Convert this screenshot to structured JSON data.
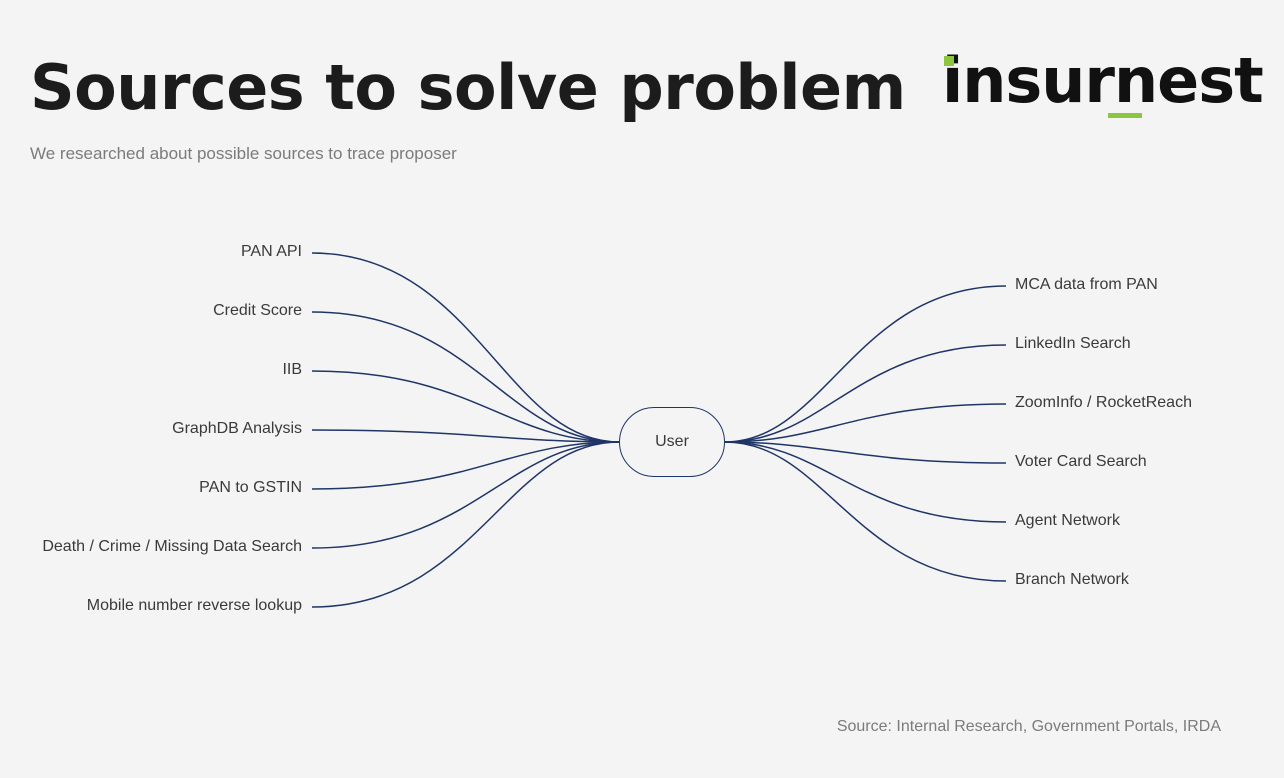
{
  "header": {
    "title": "Sources to solve problem",
    "subtitle": "We researched about possible sources to trace proposer"
  },
  "logo": {
    "text": "insurnest",
    "accent_color": "#8cc63f"
  },
  "diagram": {
    "center": "User",
    "left_nodes": [
      "PAN API",
      "Credit Score",
      "IIB",
      "GraphDB Analysis",
      "PAN to GSTIN",
      "Death / Crime / Missing Data Search",
      "Mobile number reverse lookup"
    ],
    "right_nodes": [
      "MCA data from PAN",
      "LinkedIn Search",
      "ZoomInfo / RocketReach",
      "Voter Card Search",
      "Agent Network",
      "Branch Network"
    ],
    "line_color": "#1f3566"
  },
  "footer": {
    "source": "Source: Internal Research, Government Portals, IRDA"
  }
}
